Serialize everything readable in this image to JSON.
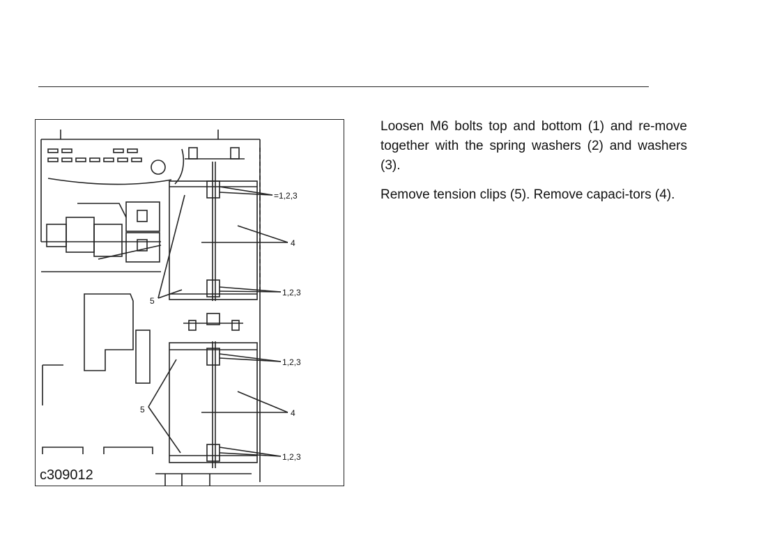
{
  "document": {
    "figure": {
      "id_label": "c309012",
      "callouts": {
        "bolts_top_1": "=1,2,3",
        "bolts_bottom_1": "1,2,3",
        "bolts_top_2": "1,2,3",
        "bolts_bottom_2": "1,2,3",
        "capacitor_1": "4",
        "capacitor_2": "4",
        "clip_1": "5",
        "clip_2": "5"
      }
    },
    "instructions": [
      "Loosen M6 bolts top and bottom (1) and re-move together with the spring washers (2) and washers (3).",
      "Remove tension clips (5). Remove capaci-tors (4)."
    ]
  }
}
